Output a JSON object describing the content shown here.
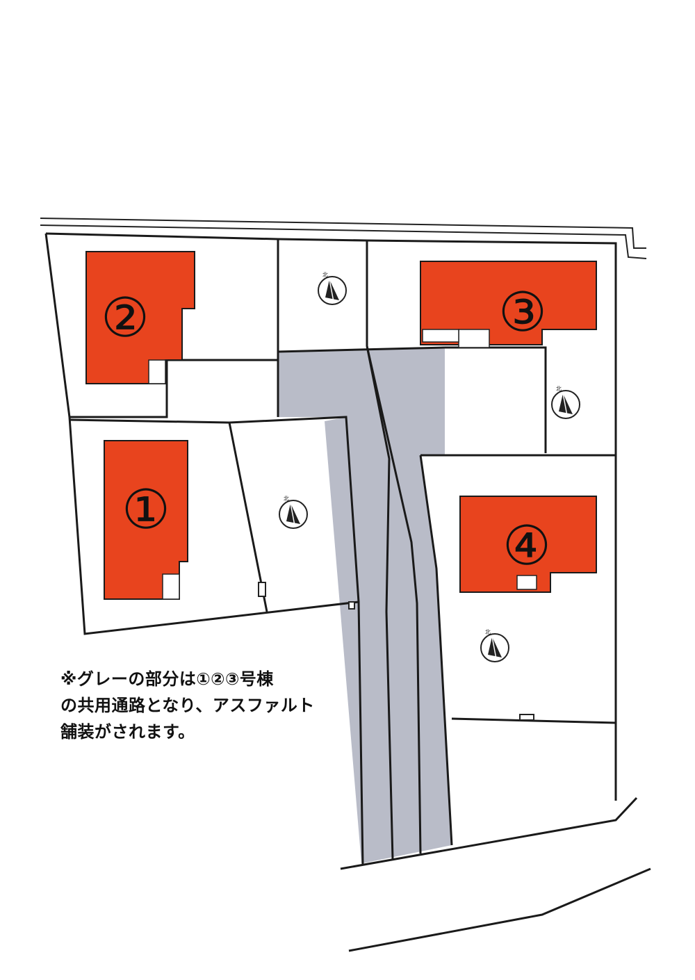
{
  "lots": [
    {
      "id": "lot-1",
      "label": "①"
    },
    {
      "id": "lot-2",
      "label": "②"
    },
    {
      "id": "lot-3",
      "label": "③"
    },
    {
      "id": "lot-4",
      "label": "④"
    }
  ],
  "note": {
    "line1": "※グレーの部分は①②③号棟",
    "line2": "の共用通路となり、アスファルト",
    "line3": "舗装がされます。"
  },
  "colors": {
    "house": "#e8441e",
    "shared_road": "#b9bcc8",
    "line": "#1a1a1a",
    "background": "#ffffff"
  },
  "icons": [
    "compass-north-icon"
  ]
}
